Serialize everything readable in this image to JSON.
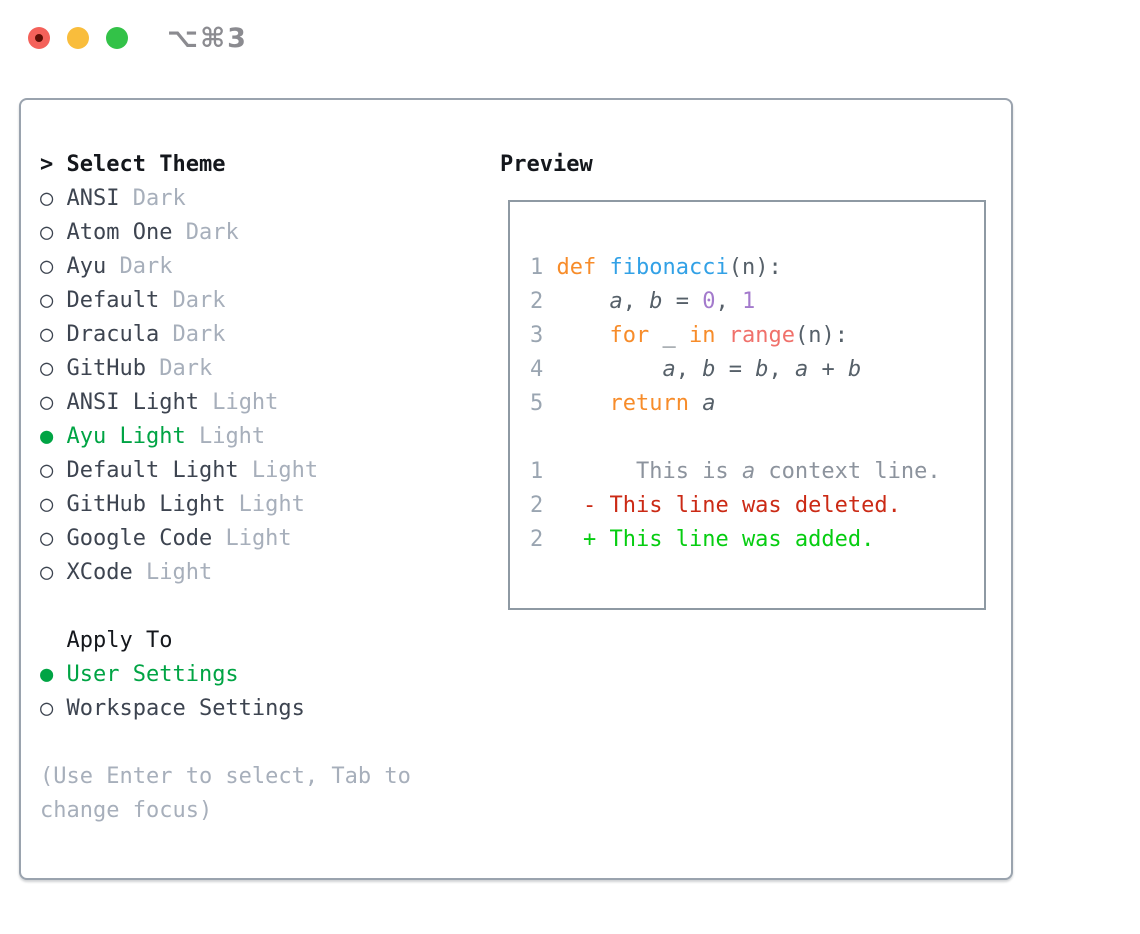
{
  "titlebar": {
    "title": "⌥⌘3"
  },
  "theme_panel": {
    "caret": ">",
    "header": "Select Theme",
    "items": [
      {
        "name": "ANSI",
        "variant": "Dark",
        "selected": false
      },
      {
        "name": "Atom One",
        "variant": "Dark",
        "selected": false
      },
      {
        "name": "Ayu",
        "variant": "Dark",
        "selected": false
      },
      {
        "name": "Default",
        "variant": "Dark",
        "selected": false
      },
      {
        "name": "Dracula",
        "variant": "Dark",
        "selected": false
      },
      {
        "name": "GitHub",
        "variant": "Dark",
        "selected": false
      },
      {
        "name": "ANSI Light",
        "variant": "Light",
        "selected": false
      },
      {
        "name": "Ayu Light",
        "variant": "Light",
        "selected": true
      },
      {
        "name": "Default Light",
        "variant": "Light",
        "selected": false
      },
      {
        "name": "GitHub Light",
        "variant": "Light",
        "selected": false
      },
      {
        "name": "Google Code",
        "variant": "Light",
        "selected": false
      },
      {
        "name": "XCode",
        "variant": "Light",
        "selected": false
      }
    ],
    "apply_to": {
      "header": "  Apply To",
      "options": [
        {
          "label": "User Settings",
          "selected": true
        },
        {
          "label": "Workspace Settings",
          "selected": false
        }
      ]
    },
    "hint_line1": "(Use Enter to select, Tab to",
    "hint_line2": "change focus)"
  },
  "preview": {
    "header": "Preview",
    "lines": [
      [],
      [
        {
          "t": "1 ",
          "c": "ln"
        },
        {
          "t": "def",
          "c": "kw"
        },
        {
          "t": " ",
          "c": "pl"
        },
        {
          "t": "fibonacci",
          "c": "fn"
        },
        {
          "t": "(n):",
          "c": "pl"
        }
      ],
      [
        {
          "t": "2 ",
          "c": "ln"
        },
        {
          "t": "    ",
          "c": "pl"
        },
        {
          "t": "a",
          "c": "var"
        },
        {
          "t": ", ",
          "c": "pl"
        },
        {
          "t": "b",
          "c": "var"
        },
        {
          "t": " = ",
          "c": "pl"
        },
        {
          "t": "0",
          "c": "num"
        },
        {
          "t": ", ",
          "c": "pl"
        },
        {
          "t": "1",
          "c": "num"
        }
      ],
      [
        {
          "t": "3 ",
          "c": "ln"
        },
        {
          "t": "    ",
          "c": "pl"
        },
        {
          "t": "for",
          "c": "kw"
        },
        {
          "t": " _ ",
          "c": "pl"
        },
        {
          "t": "in",
          "c": "kw"
        },
        {
          "t": " ",
          "c": "pl"
        },
        {
          "t": "range",
          "c": "call"
        },
        {
          "t": "(n):",
          "c": "pl"
        }
      ],
      [
        {
          "t": "4 ",
          "c": "ln"
        },
        {
          "t": "        ",
          "c": "pl"
        },
        {
          "t": "a",
          "c": "var"
        },
        {
          "t": ", ",
          "c": "pl"
        },
        {
          "t": "b",
          "c": "var"
        },
        {
          "t": " = ",
          "c": "pl"
        },
        {
          "t": "b",
          "c": "var"
        },
        {
          "t": ", ",
          "c": "pl"
        },
        {
          "t": "a",
          "c": "var"
        },
        {
          "t": " + ",
          "c": "pl"
        },
        {
          "t": "b",
          "c": "var"
        }
      ],
      [
        {
          "t": "5 ",
          "c": "ln"
        },
        {
          "t": "    ",
          "c": "pl"
        },
        {
          "t": "return",
          "c": "kw"
        },
        {
          "t": " ",
          "c": "pl"
        },
        {
          "t": "a",
          "c": "var"
        }
      ],
      [],
      [
        {
          "t": "1",
          "c": "ln"
        },
        {
          "t": "       This is ",
          "c": "ctx"
        },
        {
          "t": "a",
          "c": "ctxvar"
        },
        {
          "t": " context line.",
          "c": "ctx"
        }
      ],
      [
        {
          "t": "2",
          "c": "ln"
        },
        {
          "t": "   ",
          "c": "pl"
        },
        {
          "t": "- This line was deleted.",
          "c": "del"
        }
      ],
      [
        {
          "t": "2",
          "c": "ln"
        },
        {
          "t": "   ",
          "c": "pl"
        },
        {
          "t": "+ This line was added.",
          "c": "add"
        }
      ]
    ]
  },
  "icons": {
    "close": "close-circle-icon",
    "minimize": "minimize-circle-icon",
    "zoom": "zoom-circle-icon",
    "radio_unselected": "○",
    "radio_selected": "●"
  },
  "colors": {
    "selection_green": "#00a444",
    "added_green": "#06cd11",
    "deleted_red": "#cb2a15",
    "keyword_orange": "#f78c2a",
    "function_blue": "#32a1e6",
    "call_coral": "#f0716b",
    "number_purple": "#a37acc",
    "muted_gray": "#a7afbb",
    "panel_border": "#9aa3ae"
  }
}
